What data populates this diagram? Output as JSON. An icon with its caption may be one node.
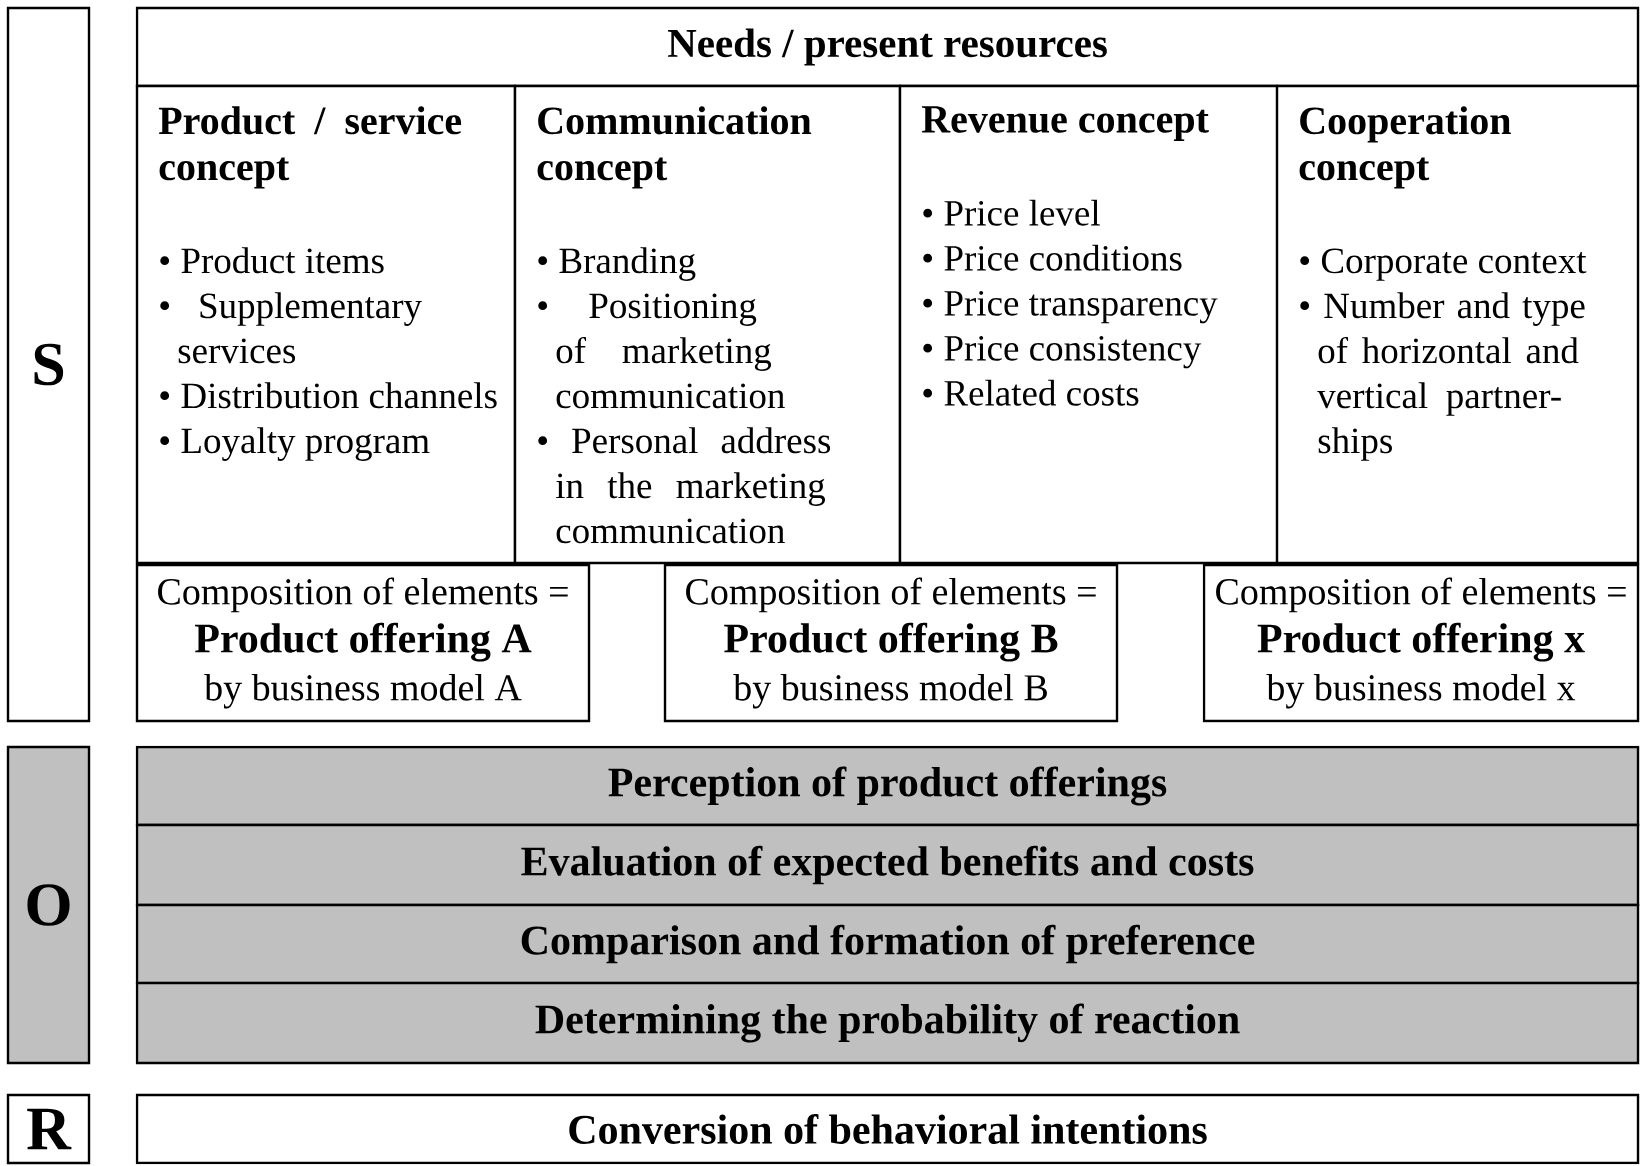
{
  "diagram": {
    "nodes": [
      {
        "text": [
          "S"
        ]
      },
      {
        "text": [
          "Needs / present resources"
        ]
      },
      {
        "text": [
          "Product / service concept",
          "• Product items",
          "• Supplementary services",
          "• Distribution channels",
          "• Loyalty program"
        ]
      },
      {
        "text": [
          "Communication concept",
          "• Branding",
          "• Positioning of marketing communication",
          "• Personal address in the marketing communication"
        ]
      },
      {
        "text": [
          "Revenue concept",
          "• Price level",
          "• Price conditions",
          "• Price transparency",
          "• Price consistency",
          "• Related costs"
        ]
      },
      {
        "text": [
          "Cooperation concept",
          "• Corporate context",
          "• Number and type of horizontal and vertical partner-ships"
        ]
      },
      {
        "text": [
          "Composition of elements =",
          "Product offering A",
          "by business model A"
        ]
      },
      {
        "text": [
          "Composition of elements =",
          "Product offering B",
          "by business model B"
        ]
      },
      {
        "text": [
          "Composition of elements =",
          "Product offering x",
          "by business model x"
        ]
      },
      {
        "text": [
          "O"
        ]
      },
      {
        "text": [
          "Perception of product offerings"
        ]
      },
      {
        "text": [
          "Evaluation of expected benefits and costs"
        ]
      },
      {
        "text": [
          "Comparison and formation of preference"
        ]
      },
      {
        "text": [
          "Determining the probability of reaction"
        ]
      },
      {
        "text": [
          "R"
        ]
      },
      {
        "text": [
          "Conversion of behavioral intentions"
        ]
      }
    ]
  }
}
